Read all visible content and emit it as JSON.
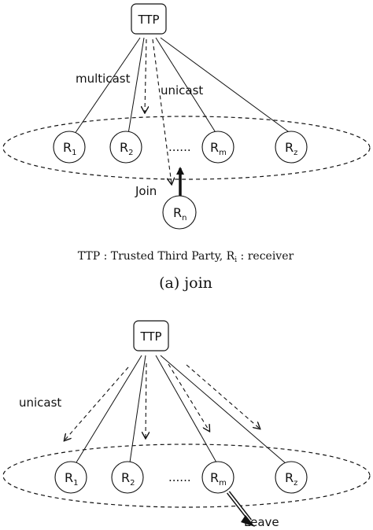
{
  "join": {
    "ttp_label": "TTP",
    "multicast_label": "multicast",
    "unicast_label": "unicast",
    "join_label": "Join",
    "ellipsis": "......",
    "nodes": [
      {
        "main": "R",
        "sub": "1"
      },
      {
        "main": "R",
        "sub": "2"
      },
      {
        "main": "R",
        "sub": "m"
      },
      {
        "main": "R",
        "sub": "z"
      }
    ],
    "new_node": {
      "main": "R",
      "sub": "n"
    },
    "legend": {
      "prefix": "TTP : Trusted Third Party, R",
      "sub": "i",
      "suffix": " : receiver"
    },
    "caption": "(a) join"
  },
  "leave": {
    "ttp_label": "TTP",
    "unicast_label": "unicast",
    "leave_label": "Leave",
    "ellipsis": "......",
    "nodes": [
      {
        "main": "R",
        "sub": "1"
      },
      {
        "main": "R",
        "sub": "2"
      },
      {
        "main": "R",
        "sub": "m"
      },
      {
        "main": "R",
        "sub": "z"
      }
    ]
  }
}
